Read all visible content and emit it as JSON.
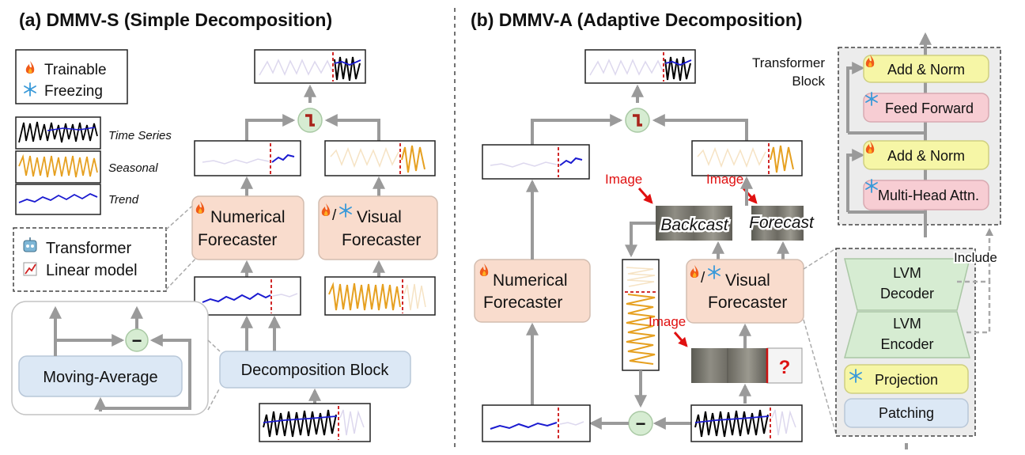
{
  "panel_a": {
    "title": "(a) DMMV-S (Simple Decomposition)",
    "legend": {
      "trainable": "Trainable",
      "freezing": "Freezing",
      "trainable_icon": "flame-icon",
      "freezing_icon": "snowflake-icon"
    },
    "series_legend": {
      "time_series": "Time Series",
      "seasonal": "Seasonal",
      "trend": "Trend"
    },
    "model_legend": {
      "transformer": "Transformer",
      "linear": "Linear model",
      "transformer_icon": "robot-icon",
      "linear_icon": "line-chart-icon"
    },
    "numerical_forecaster": [
      "Numerical",
      "Forecaster"
    ],
    "visual_forecaster": [
      "Visual",
      "Forecaster"
    ],
    "slash": "/",
    "decomposition_block": "Decomposition Block",
    "moving_average": "Moving-Average",
    "minus": "−"
  },
  "panel_b": {
    "title": "(b) DMMV-A (Adaptive Decomposition)",
    "image_label": "Image",
    "backcast": "Backcast",
    "forecast": "Forecast",
    "numerical_forecaster": [
      "Numerical",
      "Forecaster"
    ],
    "visual_forecaster": [
      "Visual",
      "Forecaster"
    ],
    "slash": "/",
    "question": "?",
    "minus": "−",
    "transformer_block": [
      "Transformer",
      "Block"
    ],
    "add_norm": "Add & Norm",
    "feed_forward": "Feed Forward",
    "multi_head": "Multi-Head Attn.",
    "include": "Include",
    "lvm_decoder": [
      "LVM",
      "Decoder"
    ],
    "lvm_encoder": [
      "LVM",
      "Encoder"
    ],
    "projection": "Projection",
    "patching": "Patching"
  },
  "colors": {
    "forecaster_fill": "#f9dccd",
    "block_fill": "#dce8f5",
    "yellow_fill": "#f6f6a6",
    "pink_fill": "#f7cdd3",
    "lvm_fill": "#d6ecd2",
    "series_black": "#000000",
    "series_seasonal": "#e6a020",
    "series_trend": "#1a1ad0",
    "cut_line": "#cc1111"
  }
}
